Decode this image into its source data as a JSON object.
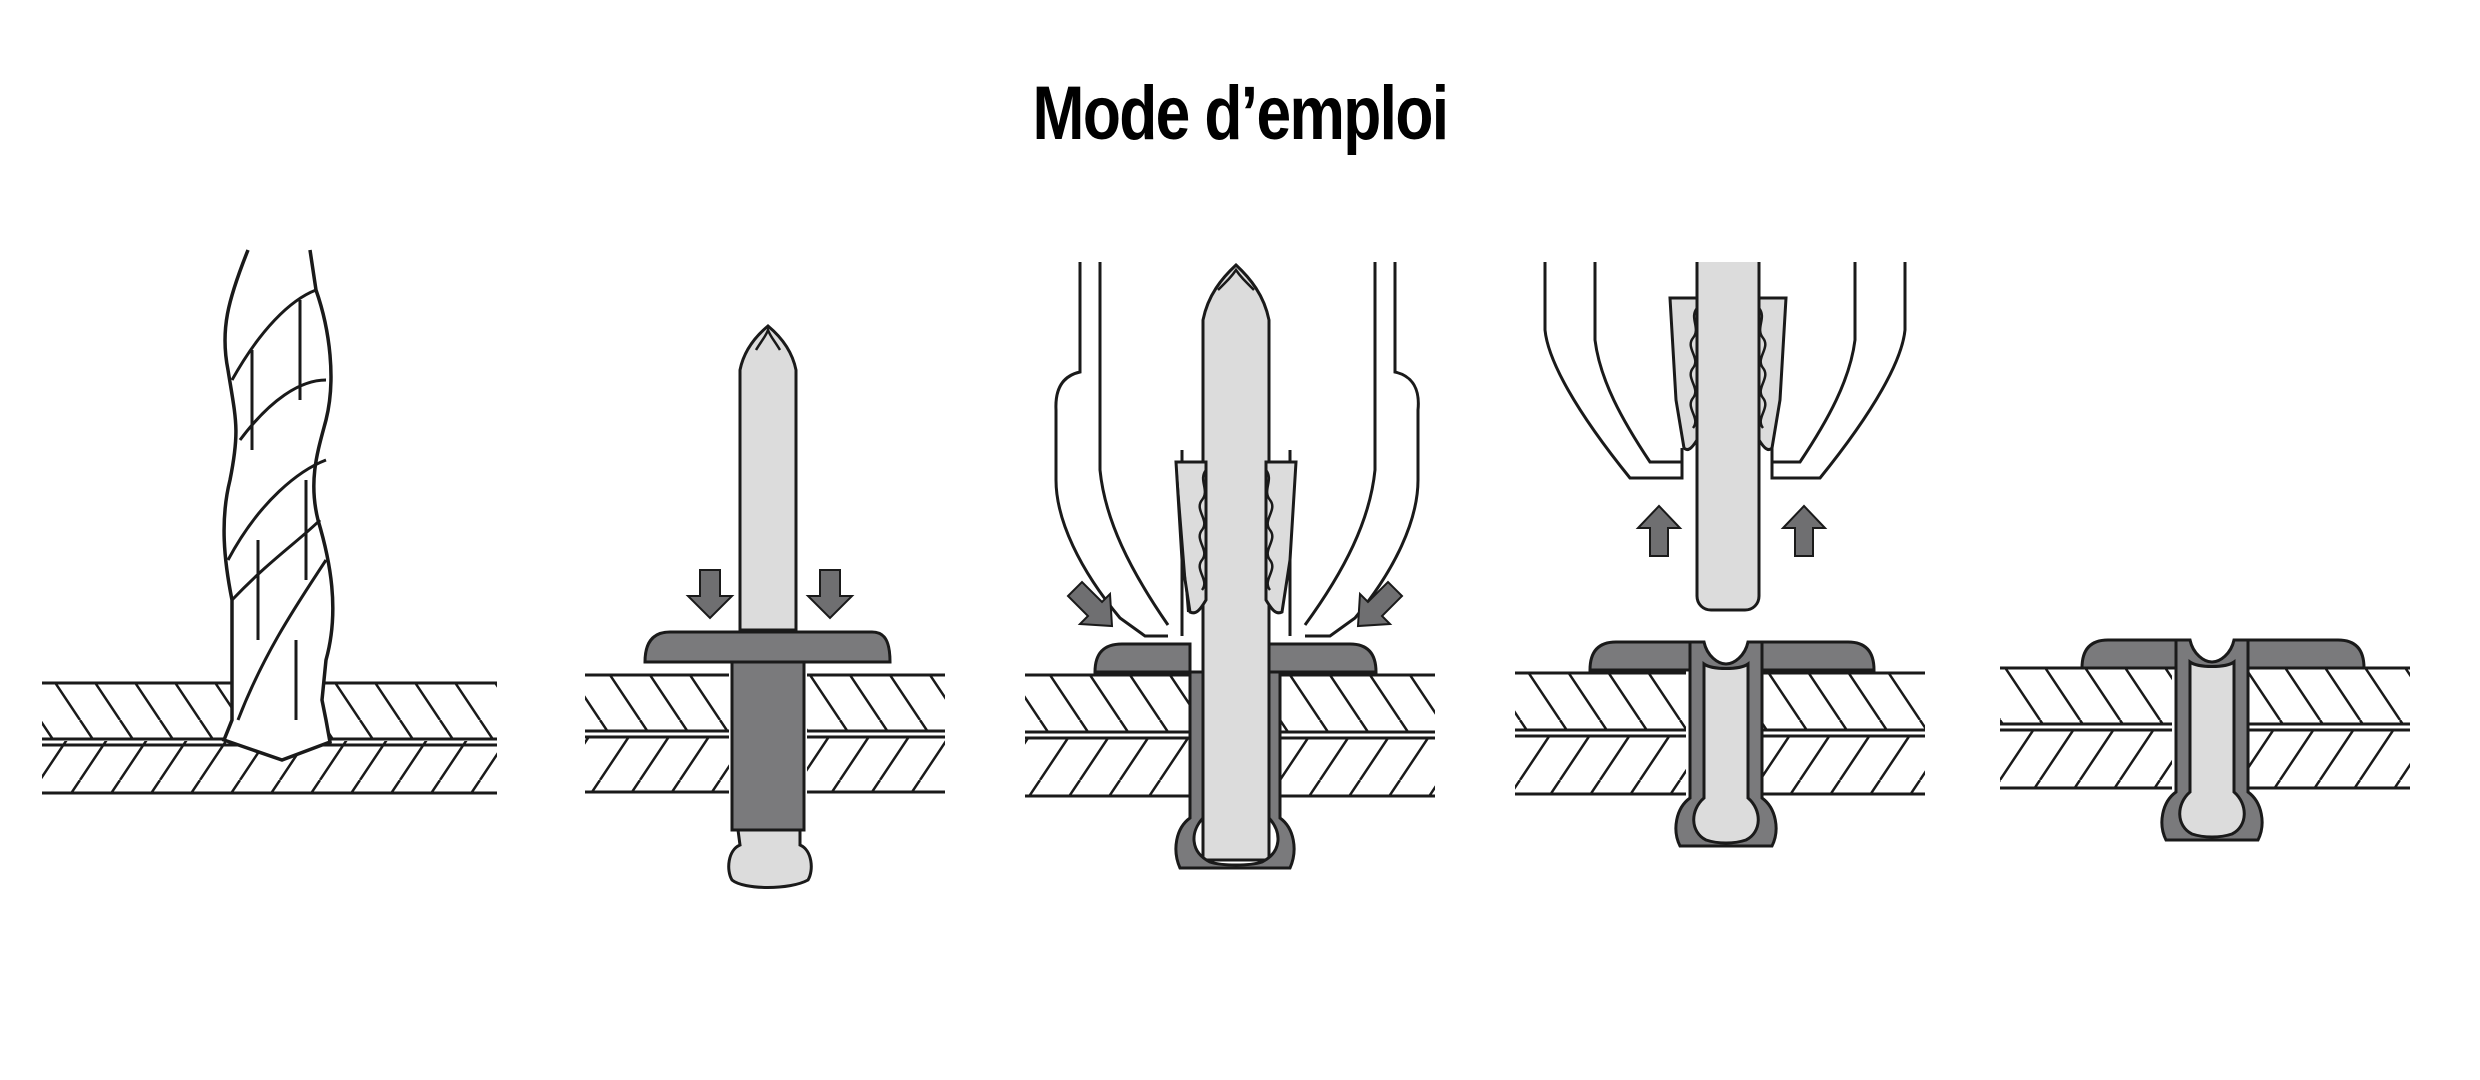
{
  "title": "Mode d’emploi",
  "colors": {
    "line": "#1a1a1a",
    "rivet_body": "#7a7a7c",
    "mandrel": "#dcdcdc",
    "arrow": "#6f6f71",
    "background": "#ffffff"
  },
  "steps": [
    {
      "id": 1,
      "depicts": "drill-bit"
    },
    {
      "id": 2,
      "depicts": "insert-rivet"
    },
    {
      "id": 3,
      "depicts": "riveter-tool-pull"
    },
    {
      "id": 4,
      "depicts": "mandrel-removed"
    },
    {
      "id": 5,
      "depicts": "finished-rivet"
    }
  ]
}
